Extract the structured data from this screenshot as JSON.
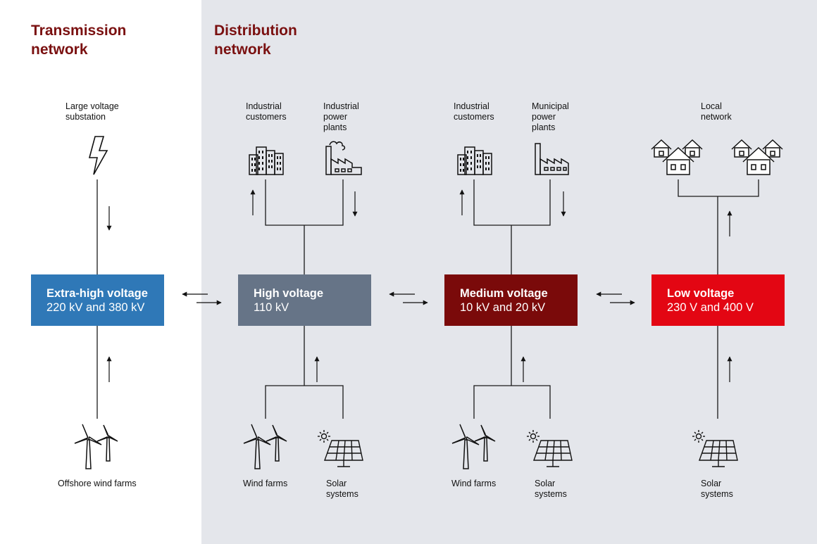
{
  "sections": {
    "transmission": "Transmission\nnetwork",
    "distribution": "Distribution\nnetwork"
  },
  "boxes": [
    {
      "title": "Extra-high voltage",
      "subtitle": "220 kV and 380 kV",
      "color": "#2f78b7"
    },
    {
      "title": "High voltage",
      "subtitle": "110 kV",
      "color": "#667487"
    },
    {
      "title": "Medium voltage",
      "subtitle": "10 kV and 20 kV",
      "color": "#7a0a0a"
    },
    {
      "title": "Low voltage",
      "subtitle": "230 V and 400 V",
      "color": "#e30613"
    }
  ],
  "labels": {
    "substation": "Large voltage\nsubstation",
    "offshore_wind": "Offshore wind farms",
    "hv_industrial_customers": "Industrial\ncustomers",
    "hv_industrial_plants": "Industrial\npower\nplants",
    "hv_wind": "Wind farms",
    "hv_solar": "Solar\nsystems",
    "mv_industrial_customers": "Industrial\ncustomers",
    "mv_municipal_plants": "Municipal\npower\nplants",
    "mv_wind": "Wind farms",
    "mv_solar": "Solar\nsystems",
    "lv_local_network": "Local\nnetwork",
    "lv_solar": "Solar\nsystems"
  },
  "icons": {
    "substation": "lightning-icon",
    "offshore_wind": "wind-turbine-icon",
    "industrial_customers": "buildings-icon",
    "industrial_plants": "factory-icon",
    "municipal_plants": "factory-icon",
    "wind_farms": "wind-turbine-icon",
    "solar_systems": "solar-panel-icon",
    "local_network": "houses-icon"
  }
}
